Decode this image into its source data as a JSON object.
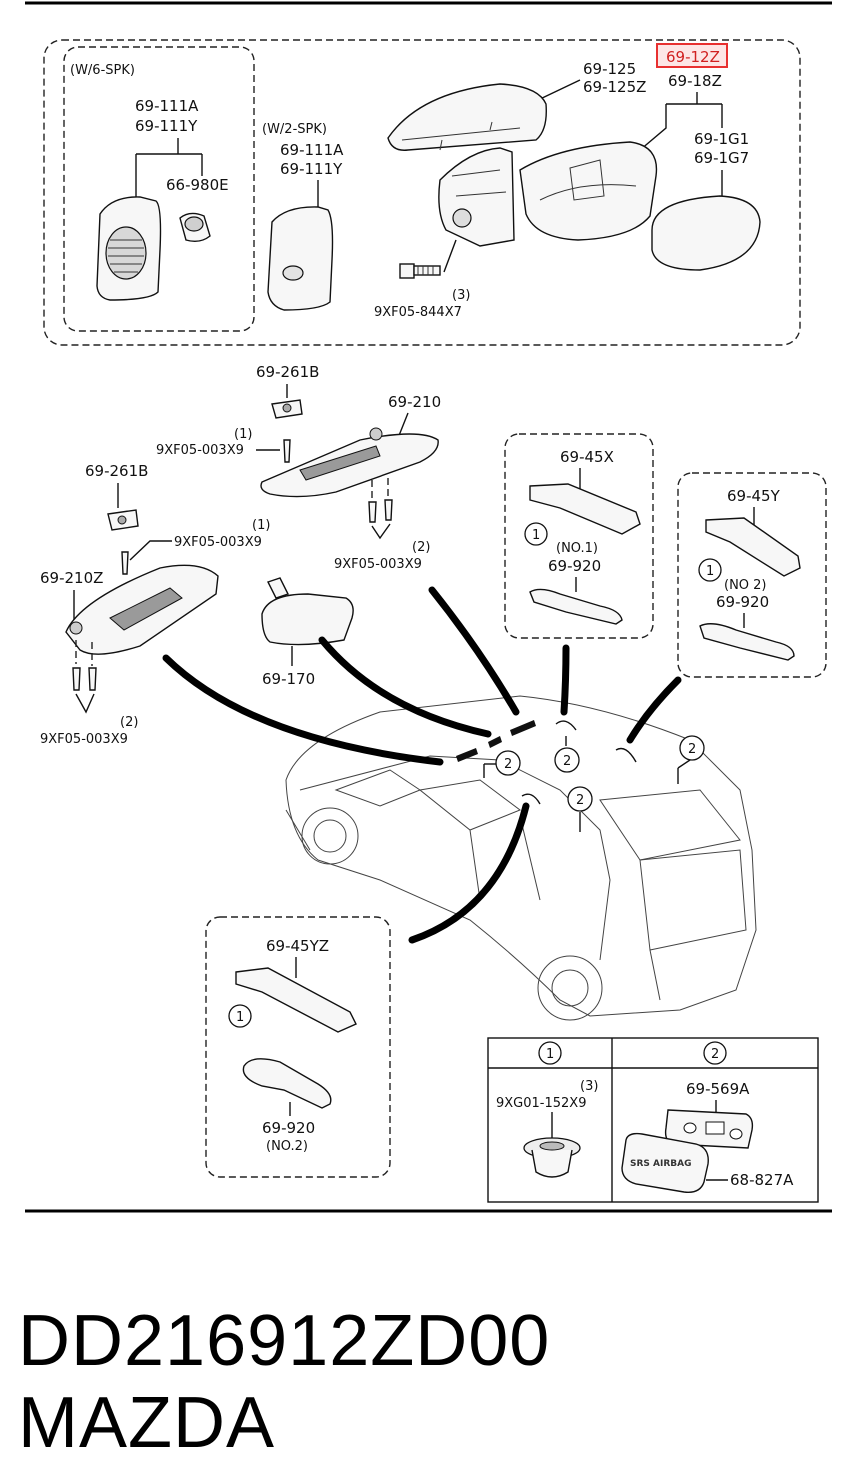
{
  "callouts": {
    "speaker6": "(W/6-SPK)",
    "speaker2": "(W/2-SPK)",
    "p69_111A_a": "69-111A",
    "p69_111Y_a": "69-111Y",
    "p66_980E": "66-980E",
    "p69_111A_b": "69-111A",
    "p69_111Y_b": "69-111Y",
    "p69_125": "69-125",
    "p69_125Z": "69-125Z",
    "p69_12Z": "69-12Z",
    "p69_18Z": "69-18Z",
    "p69_1G1": "69-1G1",
    "p69_1G7": "69-1G7",
    "bolt_qty": "(3)",
    "bolt_code": "9XF05-844X7",
    "p69_261B_a": "69-261B",
    "p69_210": "69-210",
    "screw_a_qty": "(1)",
    "screw_a_code": "9XF05-003X9",
    "p69_261B_b": "69-261B",
    "screw_b_qty": "(1)",
    "screw_b_code": "9XF05-003X9",
    "screw_c_qty": "(2)",
    "screw_c_code": "9XF05-003X9",
    "p69_210Z": "69-210Z",
    "screw_d_qty": "(2)",
    "screw_d_code": "9XF05-003X9",
    "p69_170": "69-170",
    "p69_45X": "69-45X",
    "no1": "(NO.1)",
    "p69_920_a": "69-920",
    "p69_45Y": "69-45Y",
    "no2_a": "(NO 2)",
    "p69_920_b": "69-920",
    "p69_45YZ": "69-45YZ",
    "p69_920_c": "69-920",
    "no2_b": "(NO.2)",
    "circ1": "1",
    "circ2": "2",
    "table_clip_qty": "(3)",
    "table_clip_code": "9XG01-152X9",
    "p69_569A": "69-569A",
    "p68_827A": "68-827A",
    "airbag_text": "SRS AIRBAG"
  },
  "footer": {
    "part_number": "DD216912ZD00",
    "brand": "MAZDA"
  },
  "colors": {
    "highlight": "#e83030",
    "highlight_fill": "#fde6e6"
  }
}
